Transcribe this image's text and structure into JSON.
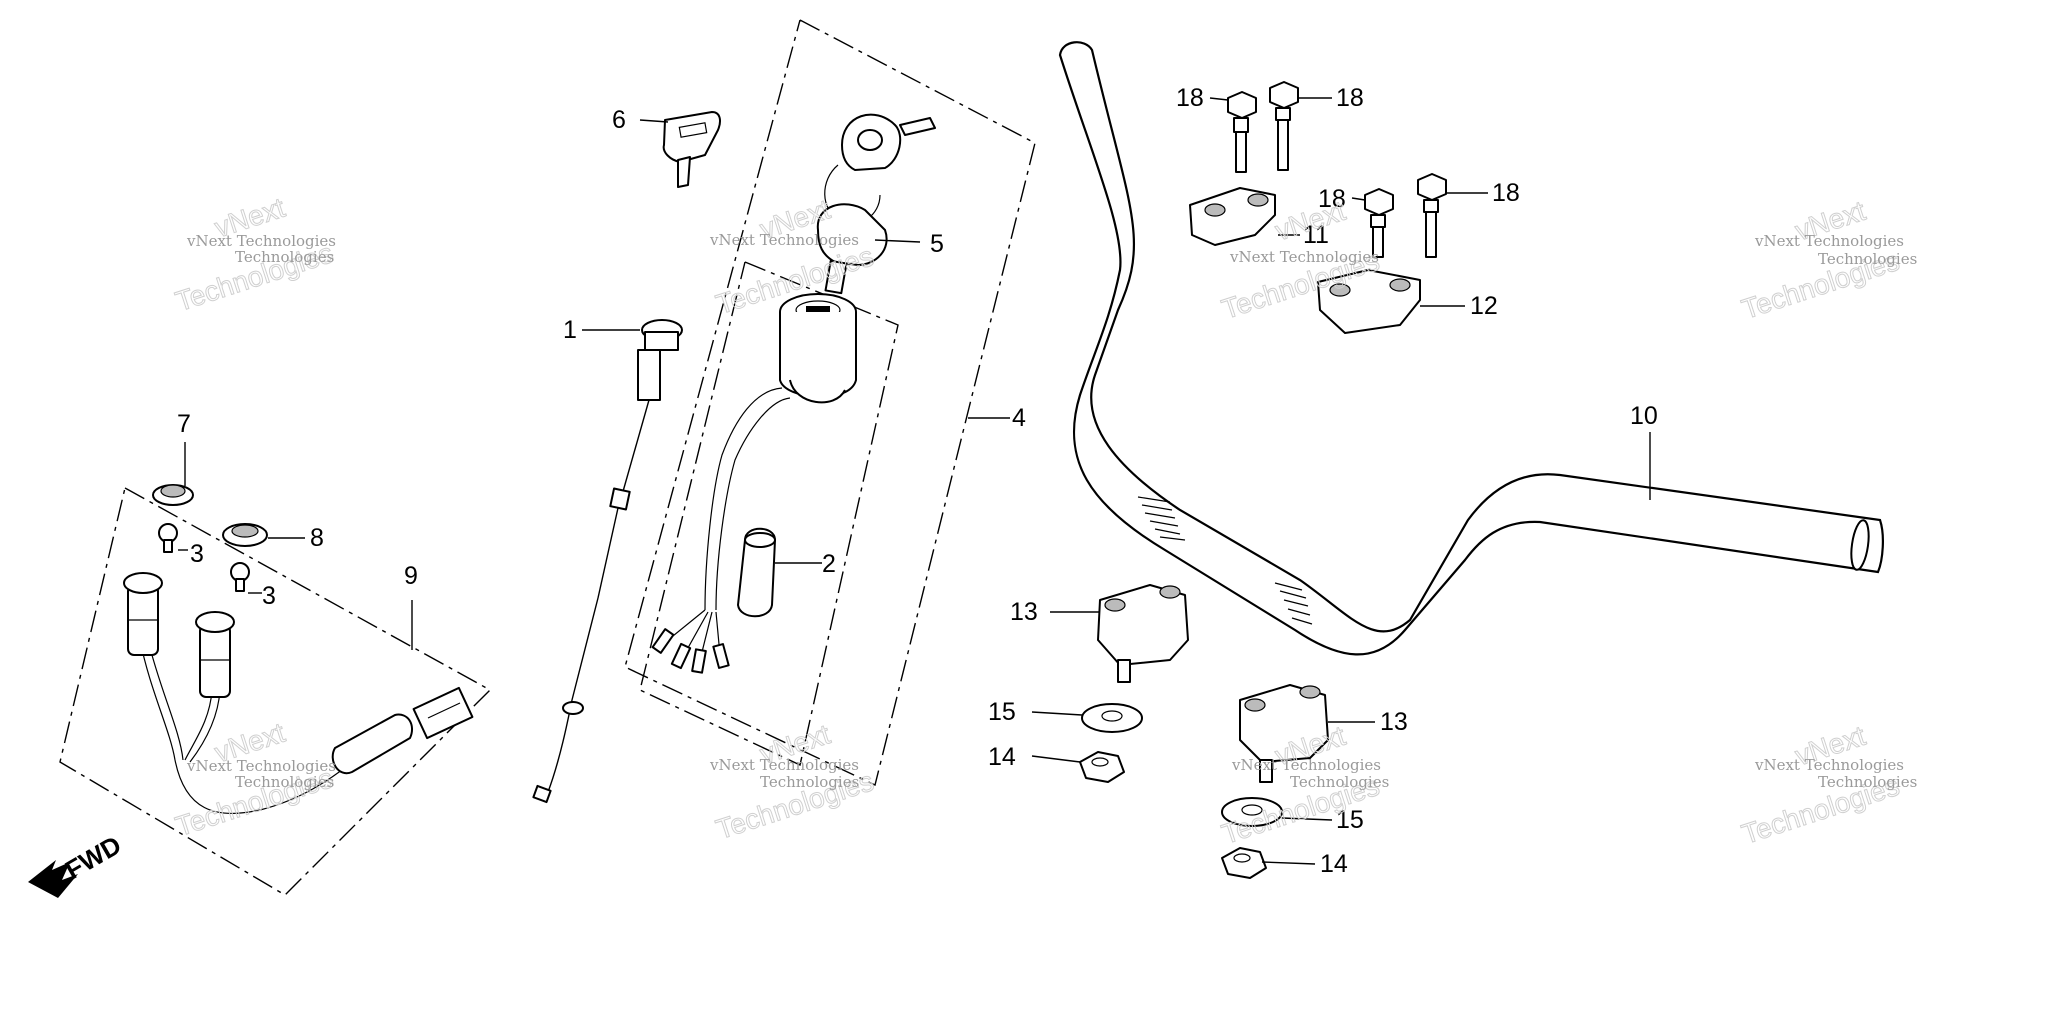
{
  "callouts": {
    "c1": "1",
    "c2": "2",
    "c3a": "3",
    "c3b": "3",
    "c4": "4",
    "c5": "5",
    "c6": "6",
    "c7": "7",
    "c8": "8",
    "c9": "9",
    "c10": "10",
    "c11": "11",
    "c12": "12",
    "c13a": "13",
    "c13b": "13",
    "c14a": "14",
    "c14b": "14",
    "c15a": "15",
    "c15b": "15",
    "c18a": "18",
    "c18b": "18",
    "c18c": "18",
    "c18d": "18"
  },
  "direction_label": "FWD",
  "watermark": {
    "company": "vNext Technologies",
    "line1": "vNext",
    "line2": "Technologies"
  }
}
